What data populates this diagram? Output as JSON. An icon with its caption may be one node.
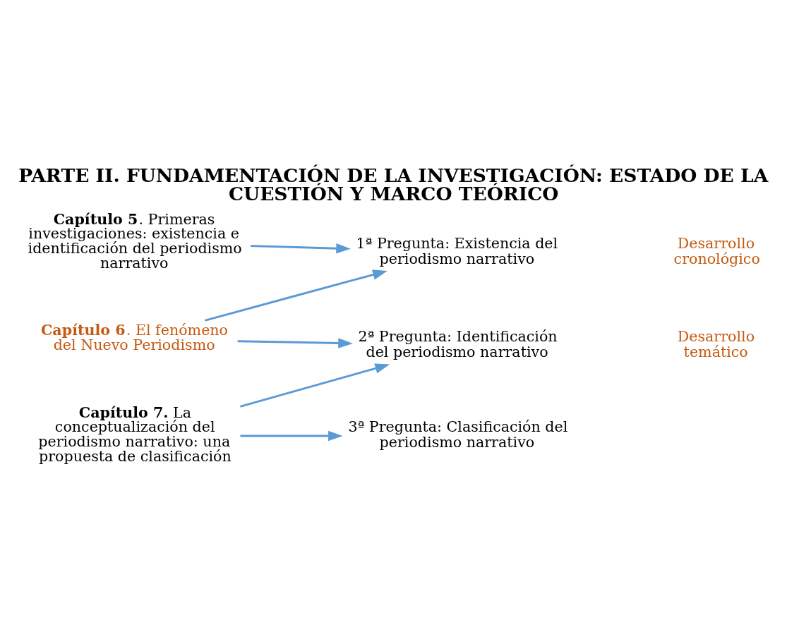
{
  "diagram": {
    "title": "PARTE II. FUNDAMENTACIÓN DE LA INVESTIGACIÓN: ESTADO DE LA CUESTIÓN Y MARCO TEÓRICO",
    "nodes": [
      {
        "text": [
          "**Capítulo 5**. Primeras investigaciones: existencia e identificación del periodismo narrativo"
        ]
      },
      {
        "text": [
          "1ª Pregunta: Existencia del periodismo narrativo"
        ]
      },
      {
        "text": [
          "**Capítulo 6**. El fenómeno del Nuevo Periodismo"
        ]
      },
      {
        "text": [
          "**Capítulo 7.** La conceptualización del periodismo narrativo: una propuesta de clasificación"
        ]
      },
      {
        "text": [
          "2ª Pregunta: Identificación del periodismo narrativo"
        ]
      },
      {
        "text": [
          "3ª Pregunta: Clasificación del periodismo narrativo"
        ]
      }
    ],
    "edges": [
      {
        "from": 0,
        "to": 1,
        "arrow": "to"
      },
      {
        "from": 2,
        "to": 1,
        "arrow": "to"
      },
      {
        "from": 2,
        "to": 4,
        "arrow": "to"
      },
      {
        "from": 3,
        "to": 4,
        "arrow": "to"
      },
      {
        "from": 3,
        "to": 5,
        "arrow": "to"
      }
    ],
    "labels": [
      "Desarrollo cronológico",
      "Desarrollo temático"
    ]
  }
}
